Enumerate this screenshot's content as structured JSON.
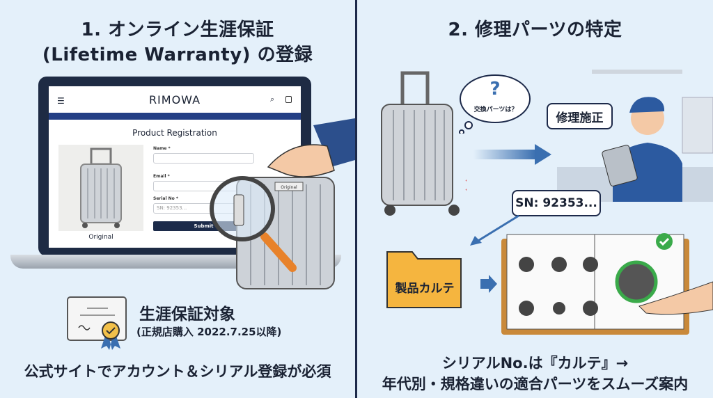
{
  "left": {
    "title_line1": "1. オンライン生涯保証",
    "title_line2": "(Lifetime Warranty) の登録",
    "site": {
      "brand": "RIMOWA",
      "heading": "Product Registration",
      "product_caption": "Original",
      "fields": [
        {
          "label": "Name *",
          "value": ""
        },
        {
          "label": "Email *",
          "value": ""
        },
        {
          "label": "Serial No *",
          "placeholder": "SN: 92353..."
        }
      ],
      "submit_label": "Submit",
      "icons": [
        "menu-icon",
        "search-icon",
        "bag-icon"
      ],
      "accent": "#243f85"
    },
    "tag_label": "Original",
    "warranty_title": "生涯保証対象",
    "warranty_sub": "(正規店購入 2022.7.25以降)",
    "bottom_text": "公式サイトでアカウント＆シリアル登録が必須"
  },
  "right": {
    "title": "2. 修理パーツの特定",
    "thought": "交換パーツは？",
    "worker_speech": "修理施正",
    "serial_speech": "SN: 92353...",
    "folder_label": "製品カルテ",
    "bottom_line1": "シリアルNo.は『カルテ』→",
    "bottom_line2": "年代別・規格違いの適合パーツをスムーズ案内"
  },
  "colors": {
    "background": "#e4f0fa",
    "navy": "#1d2a4a",
    "arrow": "#3a6fb0",
    "folder": "#f5b53f",
    "check": "#3aaa4a",
    "error": "#e03a3a"
  }
}
